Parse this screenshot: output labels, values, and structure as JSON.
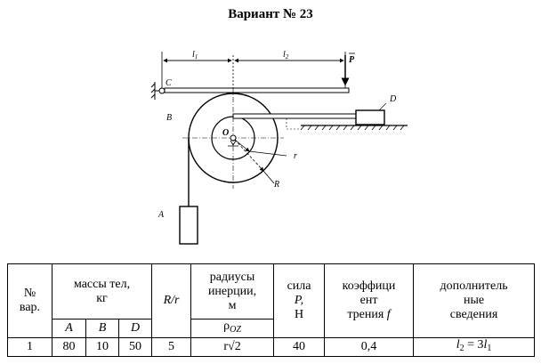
{
  "title": "Вариант № 23",
  "figure": {
    "labels": {
      "l1_base": "l",
      "l1_sub": "1",
      "l2_base": "l",
      "l2_sub": "2",
      "P": "P",
      "C": "C",
      "B": "B",
      "O": "O",
      "D": "D",
      "A": "A",
      "r": "r",
      "R": "R"
    }
  },
  "table": {
    "headers": {
      "num": "№",
      "var": "вар.",
      "masses": "массы тел,",
      "kg": "кг",
      "A": "A",
      "B": "B",
      "D": "D",
      "ratio": "R/r",
      "radius1": "радиусы",
      "radius2": "инерции,",
      "radius3": "м",
      "rho_base": "ρ",
      "rho_sub": "OZ",
      "force1": "сила",
      "force2": "P,",
      "force3": "Н",
      "coef1": "коэффици",
      "coef2": "ент",
      "coef3": "трения",
      "coef_f": "f",
      "extra1": "дополнитель",
      "extra2": "ные",
      "extra3": "сведения"
    },
    "row": {
      "var": "1",
      "mA": "80",
      "mB": "10",
      "mD": "50",
      "ratio": "5",
      "rho": "r√2",
      "force": "40",
      "coef": "0,4",
      "extra_l2_base": "l",
      "extra_l2_sub": "2",
      "extra_mid": " = 3",
      "extra_l1_base": "l",
      "extra_l1_sub": "1"
    }
  }
}
